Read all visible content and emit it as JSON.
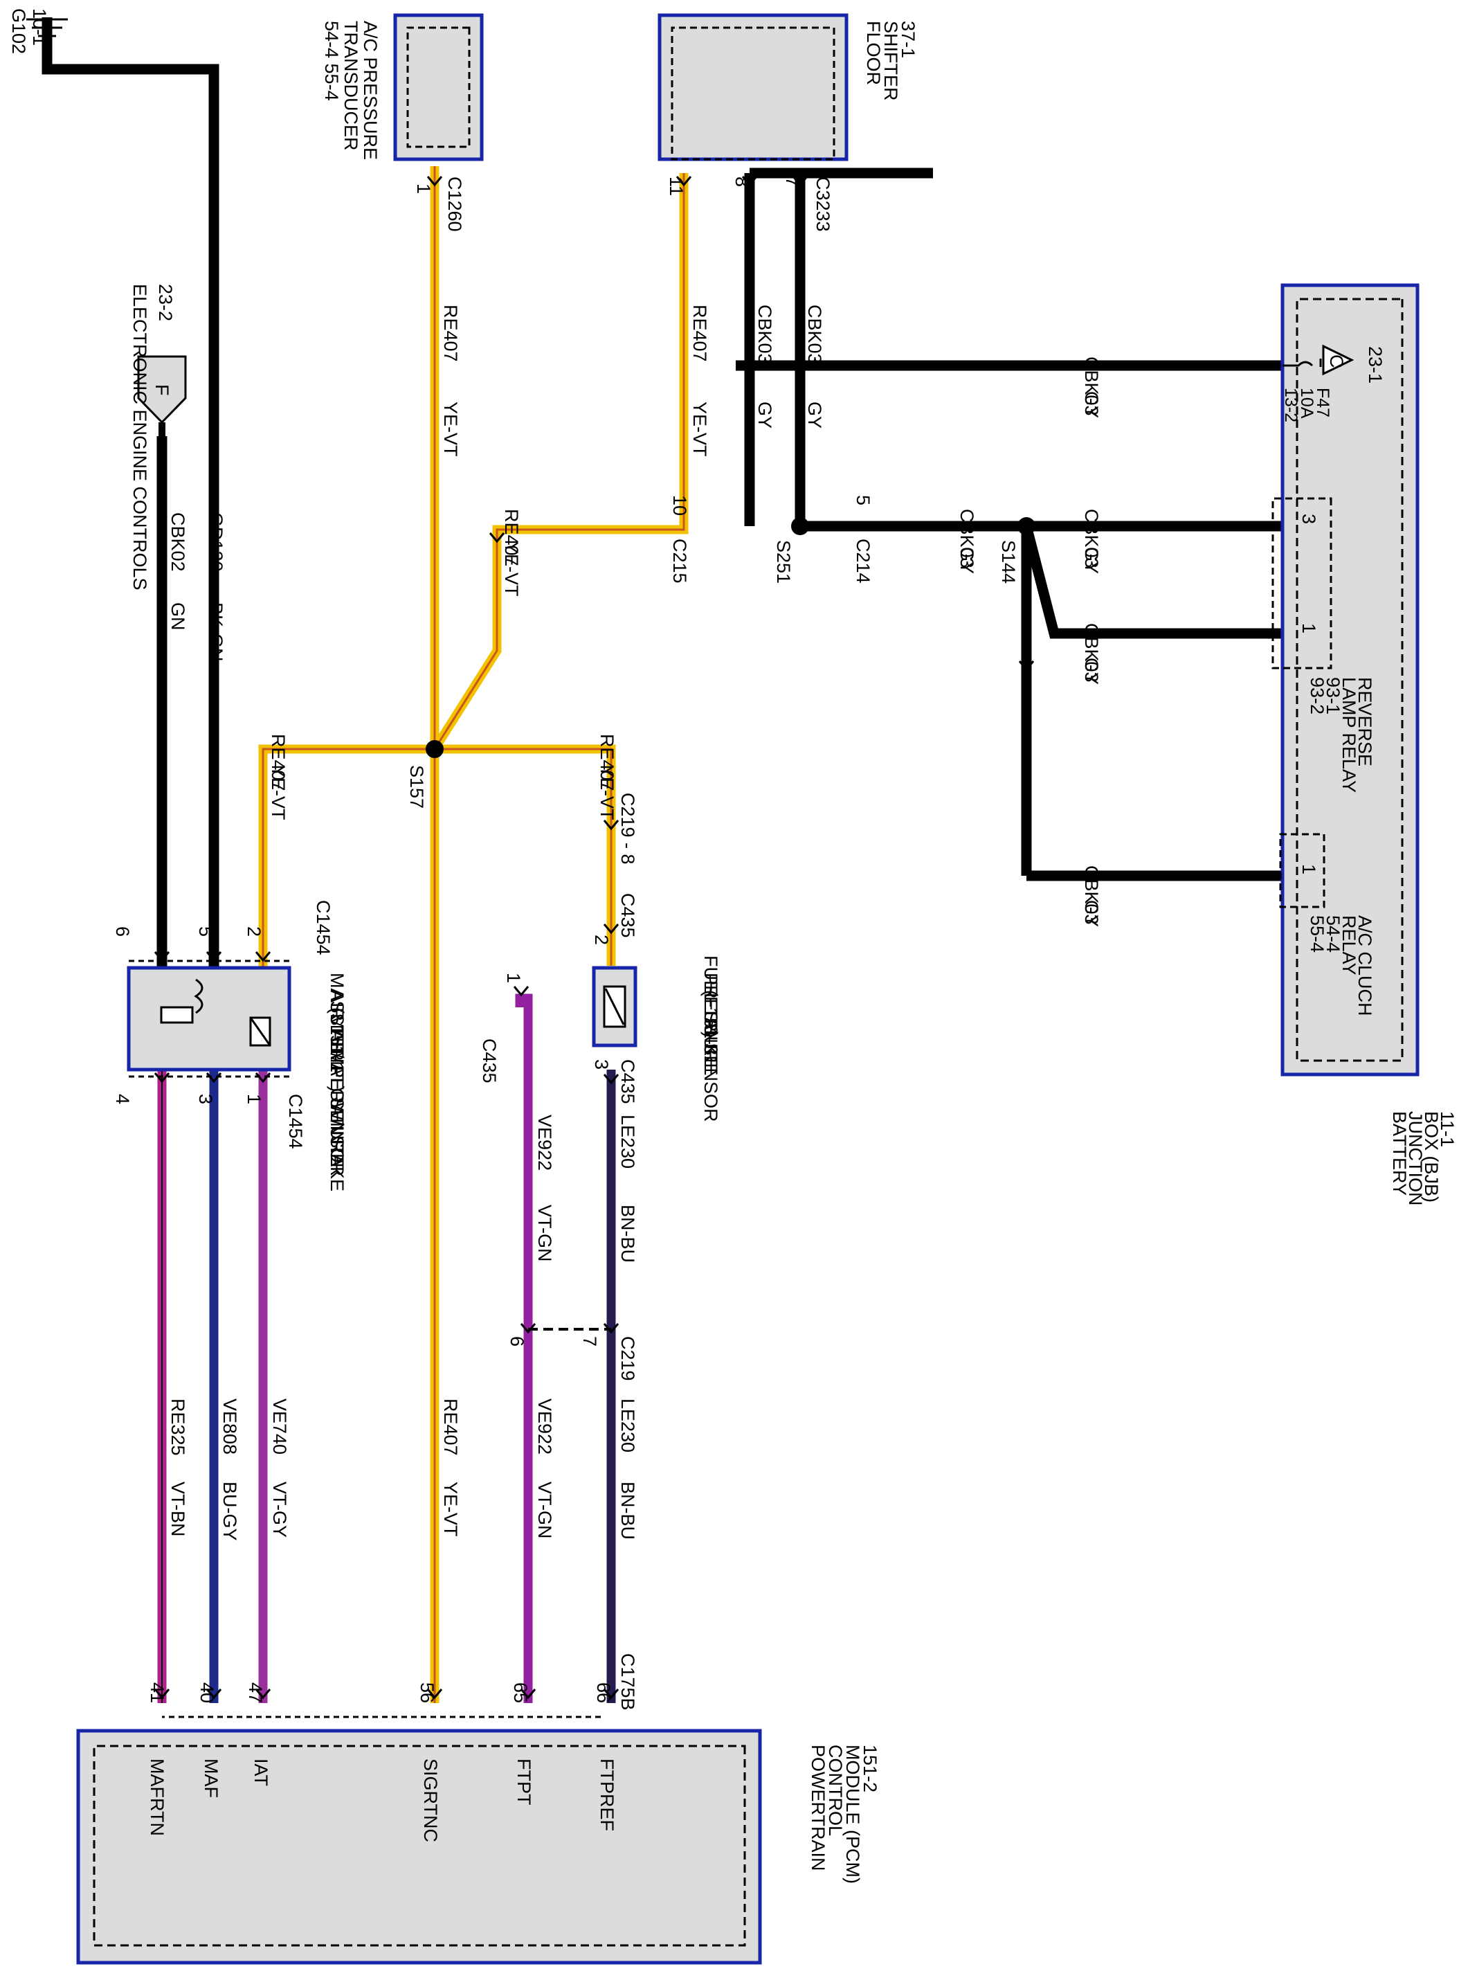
{
  "colors": {
    "black_wire": "#000000",
    "yellow_violet": "#f2c200",
    "yellow_violet_stripe": "#c9561e",
    "violet_brown": "#b0208f",
    "blue_grey": "#1d2a8c",
    "violet_grey": "#9c2f9e",
    "violet_green": "#9320a0",
    "brown_blue": "#271a4e",
    "component_fill": "#dcdcdc",
    "component_border": "#1726a8"
  },
  "ground": {
    "id": "G102",
    "page": "10-1"
  },
  "eec": {
    "page": "23-2",
    "title": "ELECTRONIC ENGINE CONTROLS",
    "letter": "F"
  },
  "ac_transducer": {
    "name": "A/C PRESSURE",
    "name2": "TRANSDUCER",
    "pages": "54-4   55-4",
    "connector": "C1260",
    "pin": "1"
  },
  "floor_shifter": {
    "name": "FLOOR",
    "name2": "SHIFTER",
    "page": "37-1",
    "pin_a": "11",
    "pin_b": "8",
    "pin_c": "7",
    "connector": "C3233"
  },
  "bjb": {
    "name": "BATTERY",
    "name2": "JUNCTION",
    "name3": "BOX (BJB)",
    "page": "11-1",
    "ref": "23-1",
    "ref_letter": "C",
    "fuse": "F47",
    "fuse_amp": "10A",
    "fuse_page": "13-2",
    "reverse_relay": "REVERSE",
    "reverse_relay2": "LAMP RELAY",
    "reverse_pages_a": "93-1",
    "reverse_pages_b": "93-2",
    "reverse_pin_a": "3",
    "reverse_pin_b": "1",
    "ac_relay": "A/C CLUCH",
    "ac_relay2": "RELAY",
    "ac_pages_a": "54-4",
    "ac_pages_b": "55-4",
    "ac_pin": "1"
  },
  "maf": {
    "name": "MASS AIR FLOW/INTAKE",
    "name2": "AIR TEMPERATURE",
    "name3": "(MAF/IAT) SENSOR",
    "page": "151-1",
    "connector": "C1454",
    "pins_top": [
      "6",
      "5",
      "2"
    ],
    "pins_bottom": [
      "4",
      "3",
      "1"
    ]
  },
  "ftp": {
    "name": "FUEL TANK",
    "name2": "PRESSURE",
    "name3": "(FTP) SENSOR",
    "page": "151-31",
    "connector": "C435",
    "pin_top": "2",
    "pin_left": "1",
    "pin_bottom": "3"
  },
  "pcm": {
    "name": "POWERTRAIN",
    "name2": "CONTROL",
    "name3": "MODULE (PCM)",
    "page": "151-2",
    "connector": "C175B",
    "pins": [
      {
        "num": "41",
        "label": "MAFRTN"
      },
      {
        "num": "40",
        "label": "MAF"
      },
      {
        "num": "47",
        "label": "IAT"
      },
      {
        "num": "56",
        "label": "SIGRTNC"
      },
      {
        "num": "65",
        "label": "FTPT"
      },
      {
        "num": "66",
        "label": "FTPREF"
      }
    ]
  },
  "wires": {
    "gd120": {
      "circuit": "GD120",
      "color": "BK-GN"
    },
    "cbk02": {
      "circuit": "CBK02",
      "color": "GN"
    },
    "re407": {
      "circuit": "RE407",
      "color": "YE-VT"
    },
    "cbk03": {
      "circuit": "CBK03",
      "color": "GY"
    },
    "re325": {
      "circuit": "RE325",
      "color": "VT-BN"
    },
    "ve808": {
      "circuit": "VE808",
      "color": "BU-GY"
    },
    "ve740": {
      "circuit": "VE740",
      "color": "VT-GY"
    },
    "ve922": {
      "circuit": "VE922",
      "color": "VT-GN"
    },
    "le230": {
      "circuit": "LE230",
      "color": "BN-BU"
    }
  },
  "splices": {
    "s157": "S157",
    "s251": "S251",
    "s144": "S144"
  },
  "connectors": {
    "c215": "C215",
    "c215_pin": "10",
    "c214": "C214",
    "c214_pin": "5",
    "c219_8": "C219 - 8",
    "c435_top": "C435",
    "c435_pin": "2",
    "c219": "C219",
    "c219_pin_a": "7",
    "c219_pin_b": "6"
  }
}
